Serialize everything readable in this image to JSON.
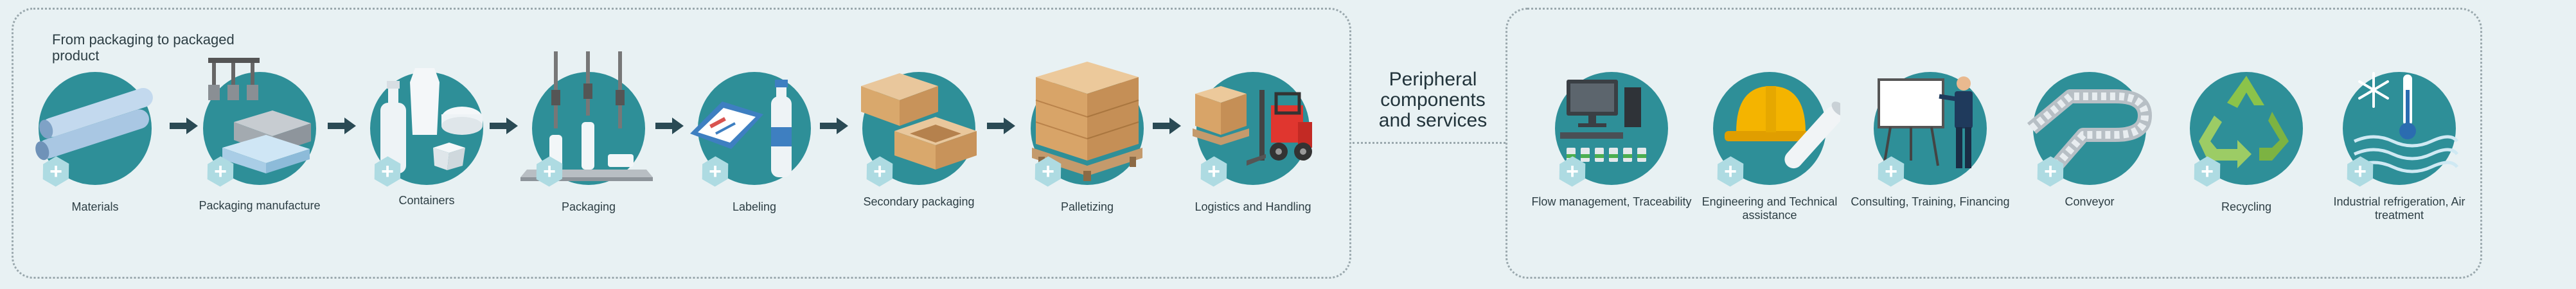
{
  "main_group": {
    "title": "From packaging to packaged product",
    "steps": [
      {
        "label": "Materials",
        "icon": "materials-pipes-icon"
      },
      {
        "label": "Packaging manufacture",
        "icon": "packaging-manufacture-machine-icon"
      },
      {
        "label": "Containers",
        "icon": "containers-bottles-icon"
      },
      {
        "label": "Packaging",
        "icon": "filling-machine-icon"
      },
      {
        "label": "Labeling",
        "icon": "labeling-bottle-icon"
      },
      {
        "label": "Secondary packaging",
        "icon": "cardboard-boxes-icon"
      },
      {
        "label": "Palletizing",
        "icon": "pallet-boxes-icon"
      },
      {
        "label": "Logistics and Handling",
        "icon": "forklift-icon"
      }
    ]
  },
  "peripheral_label": "Peripheral components and services",
  "peripheral_group": {
    "steps": [
      {
        "label": "Flow management, Traceability",
        "icon": "computer-flow-icon"
      },
      {
        "label": "Engineering and Technical assistance",
        "icon": "hard-hat-blueprint-icon"
      },
      {
        "label": "Consulting, Training, Financing",
        "icon": "presentation-board-icon"
      },
      {
        "label": "Conveyor",
        "icon": "conveyor-icon"
      },
      {
        "label": "Recycling",
        "icon": "recycling-icon"
      },
      {
        "label": "Industrial refrigeration, Air treatment",
        "icon": "refrigeration-air-icon"
      }
    ]
  },
  "colors": {
    "background": "#e8f1f3",
    "circle": "#2e8f98",
    "plus_badge": "#aedbe2",
    "arrow": "#2a4a54",
    "text": "#2d3e44"
  }
}
